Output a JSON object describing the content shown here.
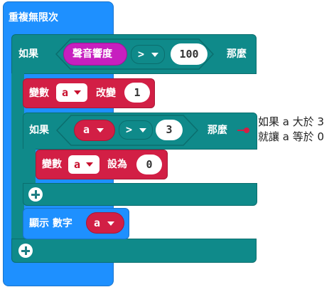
{
  "blocks": {
    "repeat_forever": {
      "label": "重複無限次"
    },
    "if_outer": {
      "if_label": "如果",
      "sensor_label": "聲音響度",
      "operator": ">",
      "value": "100",
      "then_label": "那麼"
    },
    "change_var": {
      "label": "變數",
      "var": "a",
      "action": "改變",
      "value": "1"
    },
    "if_inner": {
      "if_label": "如果",
      "var": "a",
      "operator": ">",
      "value": "3",
      "then_label": "那麼"
    },
    "set_var": {
      "label": "變數",
      "var": "a",
      "action": "設為",
      "value": "0"
    },
    "show_number": {
      "label": "顯示 數字",
      "var": "a"
    }
  },
  "annotation": {
    "line1": "如果 a 大於 3",
    "line2": "就讓 a 等於 0"
  },
  "colors": {
    "loop": "#1e90ff",
    "logic": "#0f8a8a",
    "variable": "#d21f45",
    "sound": "#c71fbf",
    "annotation_dot": "#d21f45"
  },
  "icons": {
    "dropdown": "triangle-down-icon",
    "add": "plus-circle-icon"
  }
}
